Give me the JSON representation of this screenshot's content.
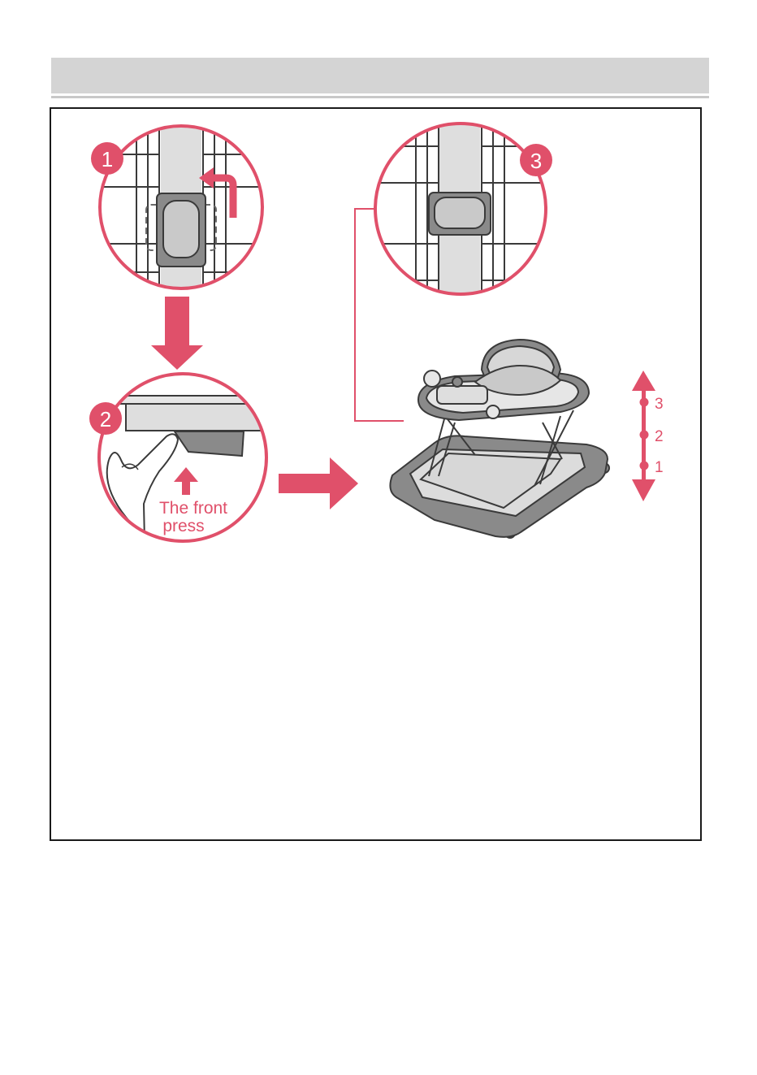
{
  "colors": {
    "accent": "#e0506a",
    "header_bar": "#d4d4d4",
    "line": "#3a3a3a",
    "gray_dark": "#8a8a8a",
    "gray_light": "#dedede"
  },
  "steps": [
    {
      "number": "1"
    },
    {
      "number": "2",
      "caption_line1": "The front",
      "caption_line2": "press"
    },
    {
      "number": "3"
    }
  ],
  "height_levels": [
    "3",
    "2",
    "1"
  ]
}
